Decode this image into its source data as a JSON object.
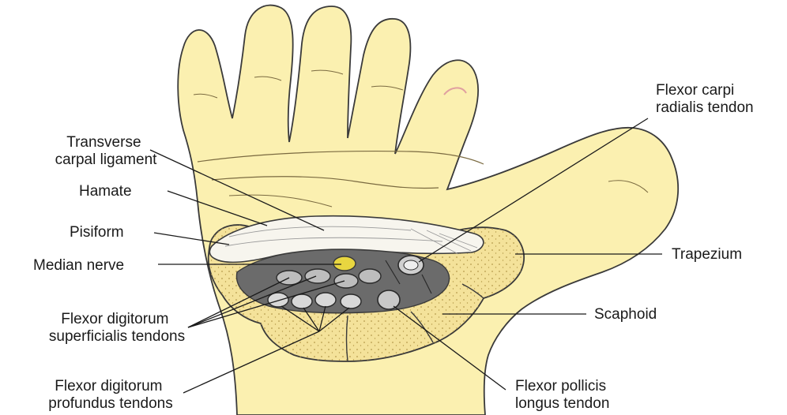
{
  "colors": {
    "skin": "#fbf0b0",
    "skin_shadow": "#f0d98a",
    "outline": "#3a3a3a",
    "bone": "#f4e29a",
    "bone_dots": "#b49a4a",
    "ligament": "#f7f5ee",
    "nerve": "#e8d640",
    "tendon": "#bdbdbd",
    "text": "#1a1a1a"
  },
  "labels": {
    "flexor_carpi_radialis": [
      "Flexor carpi",
      "radialis tendon"
    ],
    "transverse_carpal_ligament": [
      "Transverse",
      "carpal ligament"
    ],
    "hamate": [
      "Hamate"
    ],
    "pisiform": [
      "Pisiform"
    ],
    "median_nerve": [
      "Median nerve"
    ],
    "trapezium": [
      "Trapezium"
    ],
    "flexor_digitorum_superficialis": [
      "Flexor digitorum",
      "superficialis tendons"
    ],
    "scaphoid": [
      "Scaphoid"
    ],
    "flexor_digitorum_profundus": [
      "Flexor digitorum",
      "profundus tendons"
    ],
    "flexor_pollicis_longus": [
      "Flexor pollicis",
      "longus tendon"
    ]
  }
}
